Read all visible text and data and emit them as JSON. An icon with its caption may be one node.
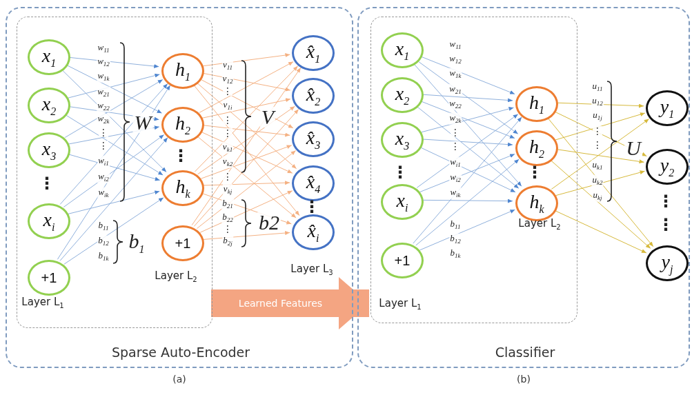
{
  "diagram": {
    "nodes": [
      {
        "text": [
          "Sparse Auto-Encoder"
        ],
        "beside": [
          "(a)"
        ]
      },
      {
        "text": [],
        "shape": "box",
        "in": 0
      },
      {
        "text": [
          "x$_{1}$"
        ],
        "in": 1
      },
      {
        "text": [
          "x$_{2}$"
        ],
        "in": 1
      },
      {
        "text": [
          "x$_{3}$"
        ],
        "in": 1
      },
      {
        "text": [
          "x$_{i}$"
        ],
        "in": 1
      },
      {
        "text": [
          "+1"
        ],
        "in": 1
      },
      {
        "text": [
          "h$_{1}$"
        ],
        "in": 1
      },
      {
        "text": [
          "h$_{2}$"
        ],
        "in": 1
      },
      {
        "text": [
          "h$_{k}$"
        ],
        "in": 1
      },
      {
        "text": [
          "+1"
        ],
        "in": 1
      },
      {
        "text": [
          "x̂$_{1}$"
        ],
        "in": 0
      },
      {
        "text": [
          "x̂$_{2}$"
        ],
        "in": 0
      },
      {
        "text": [
          "x̂$_{3}$"
        ],
        "in": 0
      },
      {
        "text": [
          "x̂$_{4}$"
        ],
        "in": 0
      },
      {
        "text": [
          "x̂$_{i}$"
        ],
        "in": 0
      },
      {
        "text": [
          "Classifier"
        ],
        "beside": [
          "(b)"
        ]
      },
      {
        "text": [],
        "shape": "box",
        "in": 16
      },
      {
        "text": [
          "x$_{1}$"
        ],
        "in": 17
      },
      {
        "text": [
          "x$_{2}$"
        ],
        "in": 17
      },
      {
        "text": [
          "x$_{3}$"
        ],
        "in": 17
      },
      {
        "text": [
          "x$_{i}$"
        ],
        "in": 17
      },
      {
        "text": [
          "+1"
        ],
        "in": 17
      },
      {
        "text": [
          "h$_{1}$"
        ],
        "in": 17
      },
      {
        "text": [
          "h$_{2}$"
        ],
        "in": 17
      },
      {
        "text": [
          "h$_{k}$"
        ],
        "in": 17
      },
      {
        "text": [
          "y$_{1}$"
        ],
        "in": 16
      },
      {
        "text": [
          "y$_{2}$"
        ],
        "in": 16
      },
      {
        "text": [
          "y$_{j}$"
        ],
        "in": 16
      }
    ],
    "edges": [
      {
        "from": 2,
        "to": 7,
        "arrow": "to"
      },
      {
        "from": 2,
        "to": 8,
        "arrow": "to"
      },
      {
        "from": 2,
        "to": 9,
        "arrow": "to"
      },
      {
        "from": 3,
        "to": 7,
        "arrow": "to"
      },
      {
        "from": 3,
        "to": 8,
        "arrow": "to"
      },
      {
        "from": 3,
        "to": 9,
        "arrow": "to"
      },
      {
        "from": 4,
        "to": 7,
        "arrow": "to"
      },
      {
        "from": 4,
        "to": 8,
        "arrow": "to"
      },
      {
        "from": 4,
        "to": 9,
        "arrow": "to"
      },
      {
        "from": 5,
        "to": 7,
        "arrow": "to"
      },
      {
        "from": 5,
        "to": 8,
        "arrow": "to"
      },
      {
        "from": 5,
        "to": 9,
        "arrow": "to"
      },
      {
        "from": 6,
        "to": 7,
        "arrow": "to"
      },
      {
        "from": 6,
        "to": 8,
        "arrow": "to"
      },
      {
        "from": 6,
        "to": 9,
        "arrow": "to"
      },
      {
        "from": 7,
        "to": 11,
        "arrow": "to",
        "color": "#f4b183"
      },
      {
        "from": 7,
        "to": 12,
        "arrow": "to",
        "color": "#f4b183"
      },
      {
        "from": 7,
        "to": 13,
        "arrow": "to",
        "color": "#f4b183"
      },
      {
        "from": 7,
        "to": 14,
        "arrow": "to",
        "color": "#f4b183"
      },
      {
        "from": 7,
        "to": 15,
        "arrow": "to",
        "color": "#f4b183"
      },
      {
        "from": 8,
        "to": 11,
        "arrow": "to",
        "color": "#f4b183"
      },
      {
        "from": 8,
        "to": 12,
        "arrow": "to",
        "color": "#f4b183"
      },
      {
        "from": 8,
        "to": 13,
        "arrow": "to",
        "color": "#f4b183"
      },
      {
        "from": 8,
        "to": 14,
        "arrow": "to",
        "color": "#f4b183"
      },
      {
        "from": 8,
        "to": 15,
        "arrow": "to",
        "color": "#f4b183"
      },
      {
        "from": 9,
        "to": 11,
        "arrow": "to",
        "color": "#f4b183"
      },
      {
        "from": 9,
        "to": 12,
        "arrow": "to",
        "color": "#f4b183"
      },
      {
        "from": 9,
        "to": 13,
        "arrow": "to",
        "color": "#f4b183"
      },
      {
        "from": 9,
        "to": 14,
        "arrow": "to",
        "color": "#f4b183"
      },
      {
        "from": 9,
        "to": 15,
        "arrow": "to",
        "color": "#f4b183"
      },
      {
        "from": 10,
        "to": 11,
        "arrow": "to",
        "color": "#f4b183"
      },
      {
        "from": 10,
        "to": 12,
        "arrow": "to",
        "color": "#f4b183"
      },
      {
        "from": 10,
        "to": 13,
        "arrow": "to",
        "color": "#f4b183"
      },
      {
        "from": 10,
        "to": 14,
        "arrow": "to",
        "color": "#f4b183"
      },
      {
        "from": 10,
        "to": 15,
        "arrow": "to",
        "color": "#f4b183"
      },
      {
        "from": 18,
        "to": 23,
        "arrow": "to"
      },
      {
        "from": 18,
        "to": 24,
        "arrow": "to"
      },
      {
        "from": 18,
        "to": 25,
        "arrow": "to"
      },
      {
        "from": 19,
        "to": 23,
        "arrow": "to"
      },
      {
        "from": 19,
        "to": 24,
        "arrow": "to"
      },
      {
        "from": 19,
        "to": 25,
        "arrow": "to"
      },
      {
        "from": 20,
        "to": 23,
        "arrow": "to"
      },
      {
        "from": 20,
        "to": 24,
        "arrow": "to"
      },
      {
        "from": 20,
        "to": 25,
        "arrow": "to"
      },
      {
        "from": 21,
        "to": 23,
        "arrow": "to"
      },
      {
        "from": 21,
        "to": 24,
        "arrow": "to"
      },
      {
        "from": 21,
        "to": 25,
        "arrow": "to"
      },
      {
        "from": 22,
        "to": 23,
        "arrow": "to"
      },
      {
        "from": 22,
        "to": 24,
        "arrow": "to"
      },
      {
        "from": 22,
        "to": 25,
        "arrow": "to"
      },
      {
        "from": 23,
        "to": 26,
        "arrow": "to",
        "color": "#d6b93c"
      },
      {
        "from": 23,
        "to": 27,
        "arrow": "to",
        "color": "#d6b93c"
      },
      {
        "from": 23,
        "to": 28,
        "arrow": "to",
        "color": "#d6b93c"
      },
      {
        "from": 24,
        "to": 26,
        "arrow": "to",
        "color": "#d6b93c"
      },
      {
        "from": 24,
        "to": 27,
        "arrow": "to",
        "color": "#d6b93c"
      },
      {
        "from": 24,
        "to": 28,
        "arrow": "to",
        "color": "#d6b93c"
      },
      {
        "from": 25,
        "to": 26,
        "arrow": "to",
        "color": "#d6b93c"
      },
      {
        "from": 25,
        "to": 27,
        "arrow": "to",
        "color": "#d6b93c"
      },
      {
        "from": 25,
        "to": 28,
        "arrow": "to",
        "color": "#d6b93c"
      },
      {
        "from": 1,
        "to": 17,
        "arrow": "to",
        "label": "Learned Features",
        "style": "thick",
        "color": "#f4a582"
      }
    ],
    "labels": [
      "w$_{11}$",
      "w$_{12}$",
      "w$_{1k}$",
      "w$_{21}$",
      "w$_{22}$",
      "w$_{2k}$",
      "⋮",
      "⋮",
      "w$_{i1}$",
      "w$_{i2}$",
      "w$_{ik}$",
      "W",
      "⋮",
      "⋮",
      "b$_{11}$",
      "b$_{12}$",
      "b$_{1k}$",
      "b$_{1}$",
      "Layer L$_{1}$",
      "Layer L$_{2}$",
      "v$_{11}$",
      "v$_{12}$",
      "⋮",
      "v$_{1i}$",
      "⋮",
      "⋮",
      "v$_{k1}$",
      "v$_{k2}$",
      "⋮",
      "v$_{kj}$",
      "V",
      "b$_{21}$",
      "b$_{22}$",
      "⋮",
      "b$_{2j}$",
      "b2",
      "⋮",
      "Layer L$_{3}$",
      "w$_{11}$",
      "w$_{12}$",
      "w$_{1k}$",
      "w$_{21}$",
      "w$_{22}$",
      "w$_{2k}$",
      "⋮",
      "⋮",
      "w$_{i1}$",
      "w$_{i2}$",
      "w$_{ik}$",
      "⋮",
      "⋮",
      "b$_{11}$",
      "b$_{12}$",
      "b$_{1k}$",
      "Layer L$_{2}$",
      "Layer L$_{1}$",
      "u$_{11}$",
      "u$_{12}$",
      "u$_{1j}$",
      "⋮",
      "⋮",
      "u$_{k1}$",
      "u$_{k2}$",
      "u$_{kj}$",
      "U",
      "⋮",
      "⋮"
    ]
  }
}
